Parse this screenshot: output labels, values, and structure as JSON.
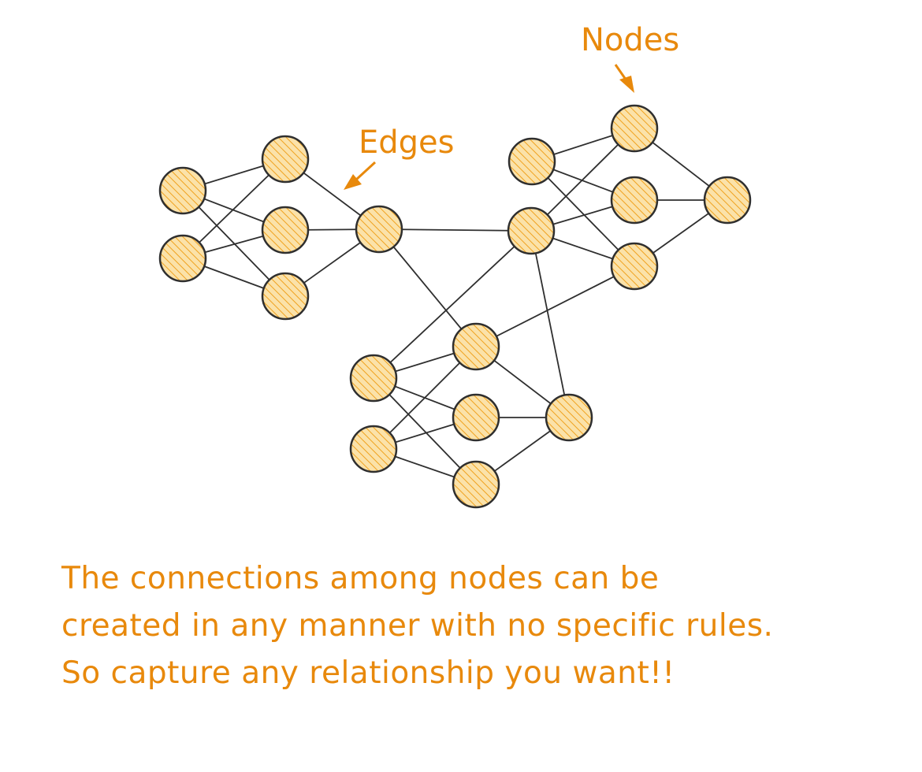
{
  "labels": {
    "nodes": "Nodes",
    "edges": "Edges"
  },
  "caption": [
    "The connections among nodes can be",
    "created in any manner with no specific rules.",
    "So capture any relationship you want!!"
  ],
  "colors": {
    "accent": "#e8890c",
    "node_fill": "#fbe2a9",
    "node_hatch": "#f0a21f",
    "stroke": "#2f2f2f"
  }
}
